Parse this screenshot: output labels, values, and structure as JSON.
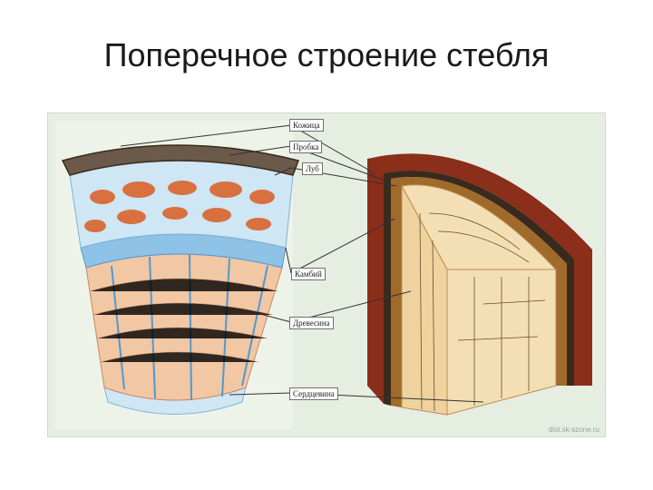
{
  "title": "Поперечное строение стебля",
  "labels": {
    "skin": "Кожица",
    "cork": "Пробка",
    "bast": "Луб",
    "cambium": "Камбий",
    "wood": "Древесина",
    "pith": "Сердцевина"
  },
  "watermark": "dist.sk-szone.ru",
  "colors": {
    "bast_fiber": "#d9703f",
    "cambium_band": "#4f9ad3",
    "wood_cells": "#f2c7a3",
    "pith_cells": "#cfe6f4",
    "bark_dark": "#3a2a1e",
    "bark_red": "#8b2e1a",
    "wood_block": "#f4dfb4"
  }
}
